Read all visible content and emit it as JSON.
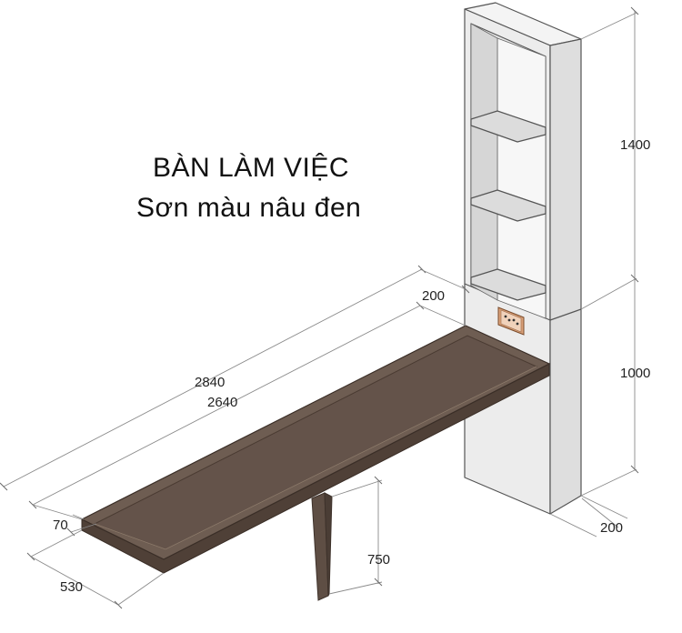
{
  "title": {
    "line1": "BÀN LÀM VIỆC",
    "line2": "Sơn màu nâu đen"
  },
  "dimensions": {
    "overall_length": "2840",
    "inner_length": "2640",
    "shelf_depth": "200",
    "cabinet_upper_height": "1400",
    "cabinet_lower_height": "1000",
    "cabinet_base_depth": "200",
    "lip_width": "70",
    "desk_depth": "530",
    "leg_height": "750"
  },
  "colors": {
    "desk_top": "#6e5d52",
    "desk_inner": "#64534a",
    "desk_edge": "#5a4a40",
    "cabinet": "#ececec",
    "cabinet_shadow": "#d9d9d9",
    "socket": "#d9a078"
  }
}
